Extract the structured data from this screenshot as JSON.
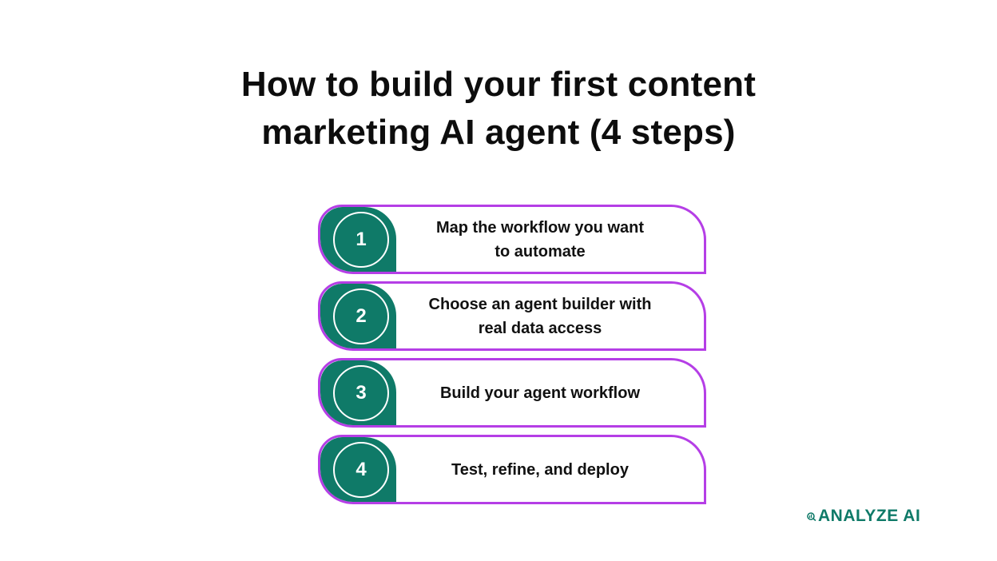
{
  "title": {
    "line1": "How to build your first content",
    "line2": "marketing AI agent (4 steps)"
  },
  "steps": [
    {
      "number": "1",
      "text": "Map the workflow you want\nto automate"
    },
    {
      "number": "2",
      "text": "Choose an agent builder with\nreal data access"
    },
    {
      "number": "3",
      "text": "Build your agent workflow"
    },
    {
      "number": "4",
      "text": "Test, refine, and deploy"
    }
  ],
  "brand": {
    "name": "ANALYZE AI",
    "icon": "analyze-ai-logo-icon"
  },
  "colors": {
    "accent": "#0f7a68",
    "border": "#b53ee6"
  }
}
